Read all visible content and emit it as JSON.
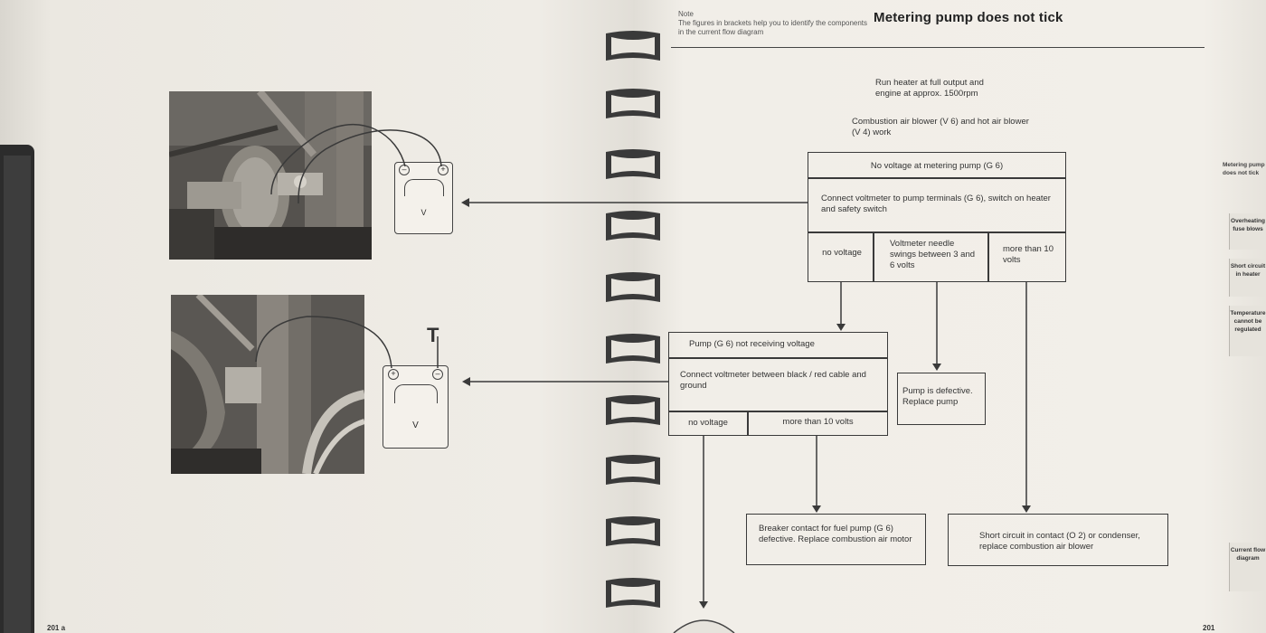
{
  "note": {
    "label": "Note",
    "text": "The figures in brackets help you to identify the components in the current flow diagram"
  },
  "title": "Metering pump does not tick",
  "intro": {
    "step1": "Run heater at full output and engine at approx. 1500rpm",
    "step2": "Combustion air blower (V 6) and hot air blower (V 4) work"
  },
  "box1": {
    "header": "No voltage at metering pump (G 6)",
    "instruction": "Connect voltmeter to pump terminals (G 6), switch on heater and safety switch",
    "options": [
      "no voltage",
      "Voltmeter needle swings between 3 and 6 volts",
      "more than 10 volts"
    ]
  },
  "box2": {
    "header": "Pump (G 6) not receiving voltage",
    "instruction": "Connect voltmeter between black / red cable and ground",
    "options": [
      "no voltage",
      "more than 10 volts"
    ]
  },
  "result_pump": "Pump is defective. Replace pump",
  "result_breaker": "Breaker contact for fuel pump (G 6) defective. Replace combustion air motor",
  "result_short": "Short circuit in contact (O 2) or condenser, replace combustion air blower",
  "meter1": {
    "minus": "–",
    "plus": "+",
    "unit": "V"
  },
  "meter2": {
    "plus": "+",
    "minus": "–",
    "unit": "V",
    "ground": "T"
  },
  "side_tabs": [
    "Metering pump does not tick",
    "Overheating fuse blows",
    "Short circuit in heater",
    "Temperature cannot be regulated",
    "Current flow diagram"
  ],
  "page_left": "201 a",
  "page_right": "201"
}
